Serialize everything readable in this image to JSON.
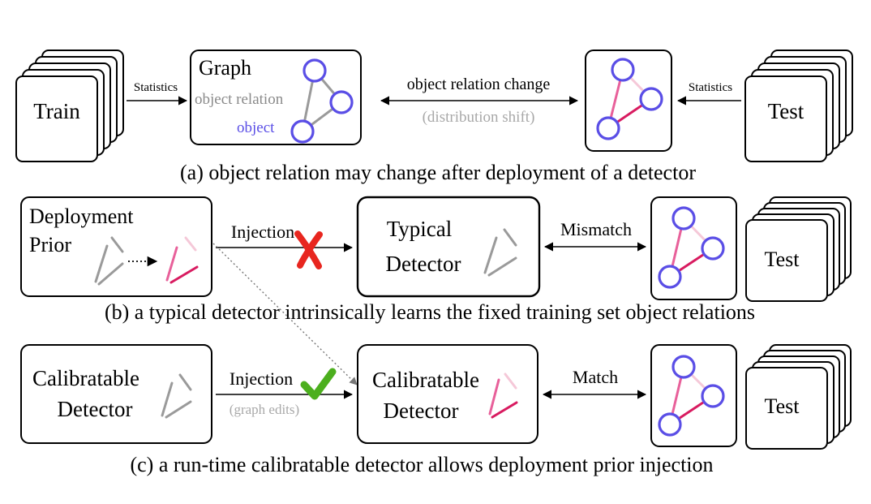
{
  "row_a": {
    "train_label": "Train",
    "stats_left": "Statistics",
    "graph_title": "Graph",
    "object_relation_label": "object relation",
    "object_label": "object",
    "change_label": "object relation change",
    "shift_label": "(distribution shift)",
    "stats_right": "Statistics",
    "test_label": "Test",
    "caption": "(a) object relation may change after deployment of a detector"
  },
  "row_b": {
    "prior_line1": "Deployment",
    "prior_line2": "Prior",
    "injection_label": "Injection",
    "typical_line1": "Typical",
    "typical_line2": "Detector",
    "mismatch_label": "Mismatch",
    "test_label": "Test",
    "caption": "(b) a typical detector intrinsically learns the fixed training set object relations"
  },
  "row_c": {
    "calib_left_line1": "Calibratable",
    "calib_left_line2": "Detector",
    "injection_label": "Injection",
    "graph_edits_label": "(graph edits)",
    "calib_right_line1": "Calibratable",
    "calib_right_line2": "Detector",
    "match_label": "Match",
    "test_label": "Test",
    "caption": "(c) a run-time calibratable detector allows deployment prior injection"
  },
  "colors": {
    "node_blue": "#5a4ee6",
    "edge_gray": "#9a9a9a",
    "edge_pink": "#e8609a",
    "edge_light_pink": "#f5c8d8",
    "edge_crimson": "#d81b60",
    "cross_red": "#e8261f",
    "check_green": "#4caf1e"
  }
}
